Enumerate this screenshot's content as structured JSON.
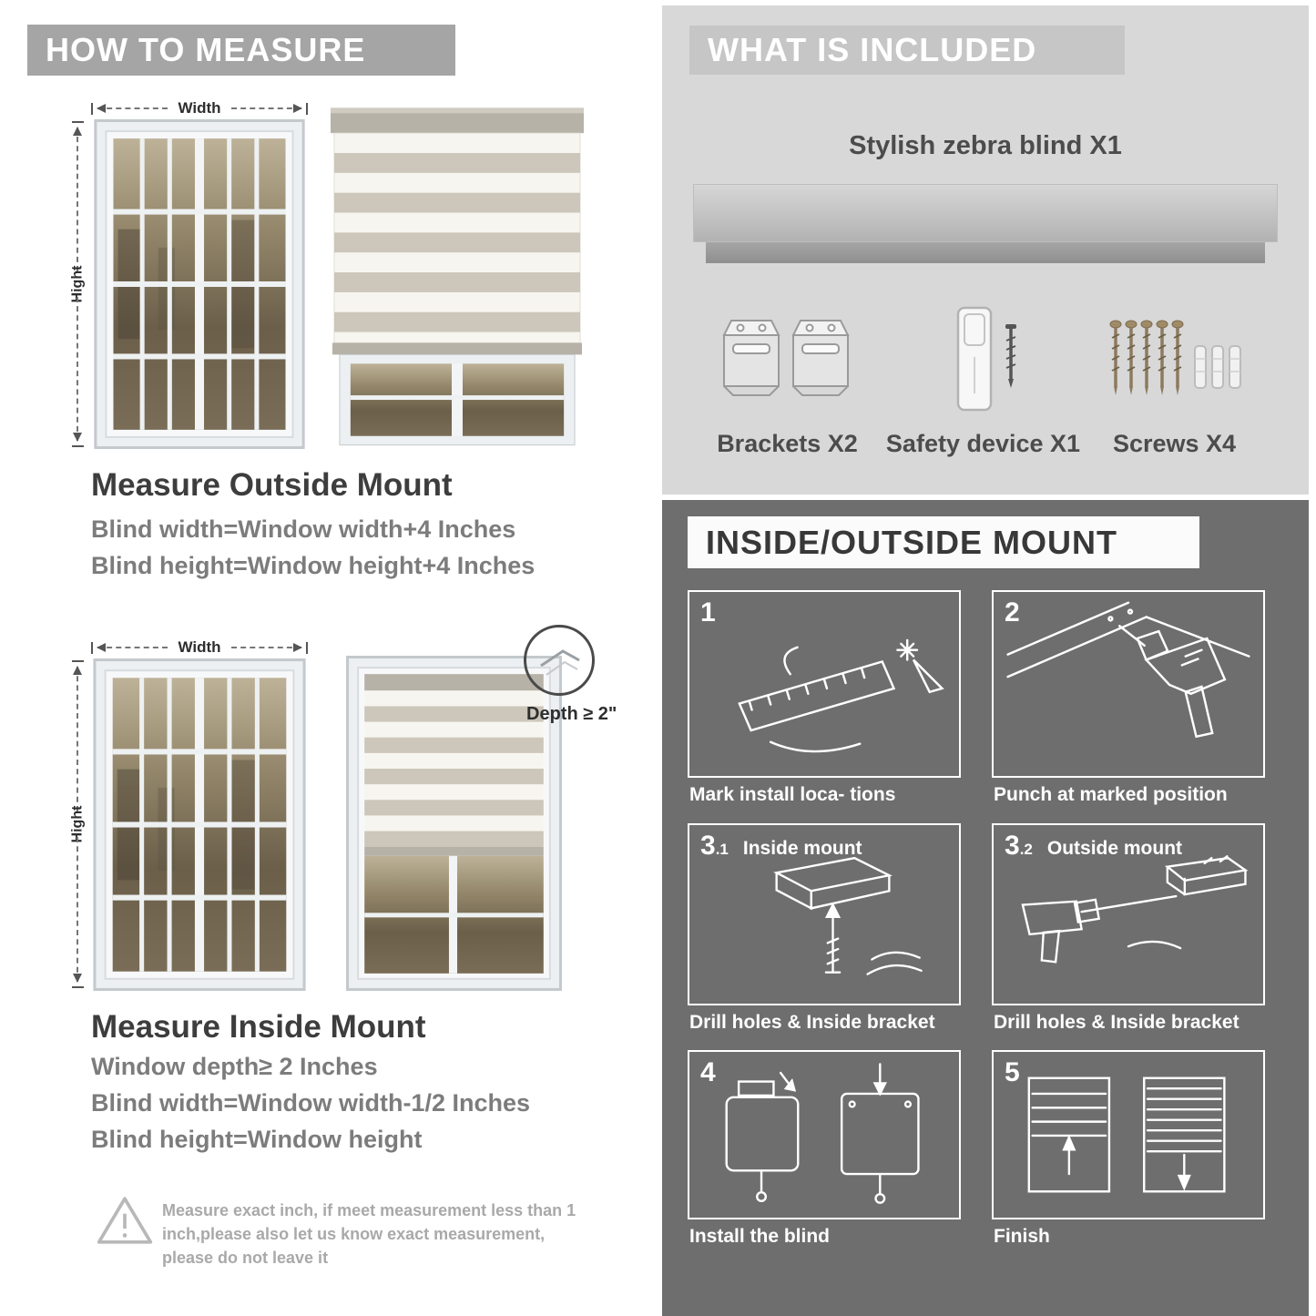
{
  "left": {
    "header": "HOW TO MEASURE",
    "outside": {
      "width_label": "Width",
      "height_label": "Hight",
      "title": "Measure Outside Mount",
      "line1": "Blind width=Window width+4 Inches",
      "line2": "Blind height=Window height+4 Inches"
    },
    "inside": {
      "width_label": "Width",
      "height_label": "Hight",
      "depth_label": "Depth ≥ 2\"",
      "title": "Measure Inside Mount",
      "line1": "Window depth≥ 2 Inches",
      "line2": "Blind width=Window width-1/2 Inches",
      "line3": "Blind height=Window height"
    },
    "note": "Measure exact inch, if meet measurement less than 1 inch,please also let us know exact measurement, please do not leave it"
  },
  "right": {
    "included": {
      "header": "WHAT IS INCLUDED",
      "blind_label": "Stylish zebra blind X1",
      "items": [
        {
          "label": "Brackets X2",
          "icon": "brackets-icon"
        },
        {
          "label": "Safety device X1",
          "icon": "safety-device-icon"
        },
        {
          "label": "Screws X4",
          "icon": "screws-icon"
        }
      ]
    },
    "mount": {
      "header": "INSIDE/OUTSIDE MOUNT",
      "steps": [
        {
          "num": "1",
          "sub": "",
          "title": "",
          "caption": "Mark install loca- tions"
        },
        {
          "num": "2",
          "sub": "",
          "title": "",
          "caption": "Punch at  marked position"
        },
        {
          "num": "3",
          "sub": ".1",
          "title": "Inside mount",
          "caption": "Drill holes &  Inside bracket"
        },
        {
          "num": "3",
          "sub": ".2",
          "title": "Outside mount",
          "caption": "Drill holes &  Inside bracket"
        },
        {
          "num": "4",
          "sub": "",
          "title": "",
          "caption": "Install the blind"
        },
        {
          "num": "5",
          "sub": "",
          "title": "",
          "caption": "Finish"
        }
      ]
    }
  },
  "colors": {
    "banner_gray": "#a5a5a5",
    "included_banner": "#c6c6c6",
    "panel_light": "#d8d8d8",
    "panel_dark": "#6e6e6e",
    "heading_dark": "#3d3d3d",
    "body_gray": "#7c7c7c"
  }
}
